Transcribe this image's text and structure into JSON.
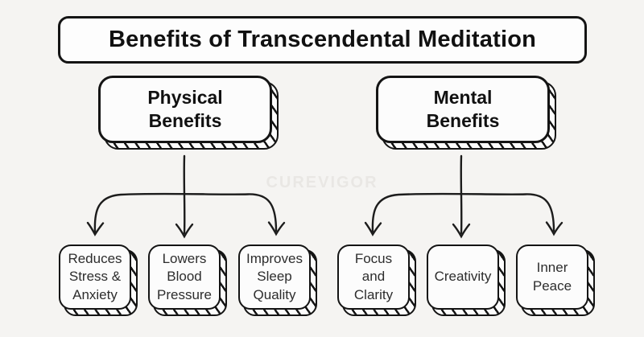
{
  "title": {
    "text": "Benefits of Transcendental Meditation"
  },
  "watermark": {
    "text": "CUREVIGOR"
  },
  "branches": [
    {
      "label": "Physical\nBenefits",
      "children": [
        {
          "label": "Reduces\nStress &\nAnxiety"
        },
        {
          "label": "Lowers\nBlood\nPressure"
        },
        {
          "label": "Improves\nSleep\nQuality"
        }
      ]
    },
    {
      "label": "Mental\nBenefits",
      "children": [
        {
          "label": "Focus\nand\nClarity"
        },
        {
          "label": "Creativity"
        },
        {
          "label": "Inner\nPeace"
        }
      ]
    }
  ],
  "colors": {
    "background": "#f5f4f2",
    "ink": "#141414",
    "box_fill": "#fcfcfc",
    "watermark": "#e9e7e4",
    "leaf_text": "#2d2d2d"
  }
}
